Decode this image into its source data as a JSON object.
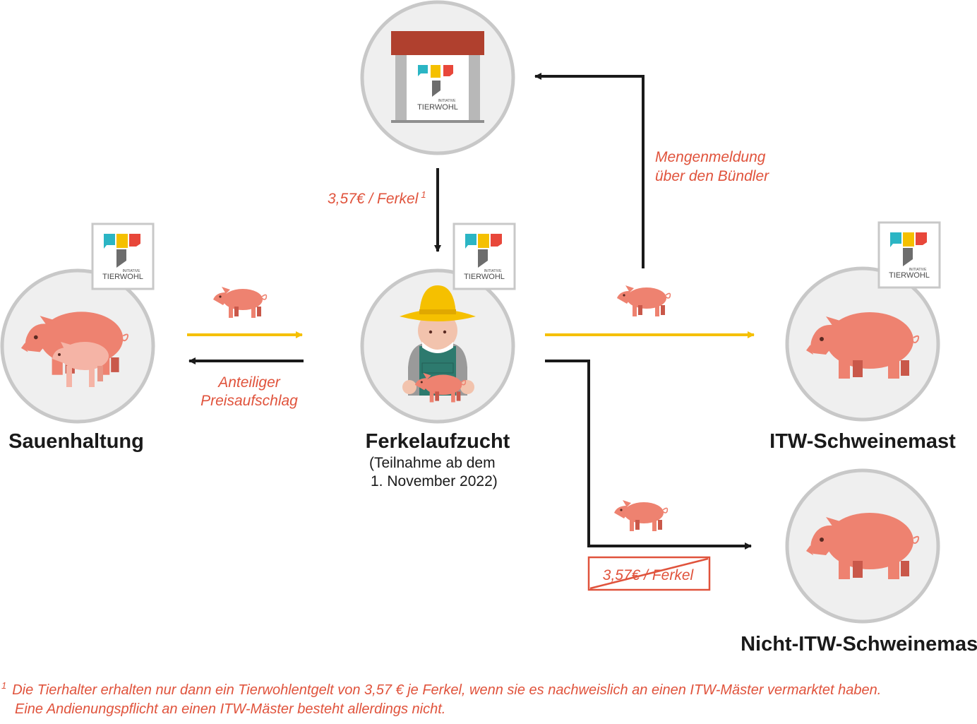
{
  "colors": {
    "pig": "#ee8270",
    "pig_dark": "#c9584a",
    "piglet_light": "#f5b4a6",
    "circle_stroke": "#c8c8c8",
    "circle_fill": "#efefef",
    "arrow_yellow": "#f5c000",
    "arrow_black": "#1a1a1a",
    "accent_red": "#e0533c",
    "roof_red": "#b0402e",
    "logo_teal": "#2bb5c4",
    "logo_yellow": "#f5c000",
    "logo_red": "#e8473a",
    "logo_grey": "#6d6d6d"
  },
  "logo": {
    "line1": "INITIATIVE",
    "line2": "TIERWOHL"
  },
  "nodes": {
    "sauenhaltung": {
      "title": "Sauenhaltung"
    },
    "ferkelaufzucht": {
      "title": "Ferkelaufzucht",
      "note_line1": "(Teilnahme ab dem",
      "note_line2": "1. November 2022)"
    },
    "itw_mast": {
      "title": "ITW-Schweinemast"
    },
    "nicht_itw_mast": {
      "title": "Nicht-ITW-Schweinemast"
    }
  },
  "labels": {
    "preisaufschlag_line1": "Anteiliger",
    "preisaufschlag_line2": "Preisaufschlag",
    "payment": "3,57€ / Ferkel",
    "payment_footnote_mark": "1",
    "mengenmeldung_line1": "Mengenmeldung",
    "mengenmeldung_line2": "über den Bündler",
    "no_payment": "3,57€ / Ferkel"
  },
  "footnote": {
    "mark": "1",
    "line1": "Die Tierhalter erhalten nur dann ein Tierwohlentgelt von 3,57 € je Ferkel, wenn sie es nachweislich an einen ITW-Mäster vermarktet haben.",
    "line2": "Eine Andienungspflicht an einen ITW-Mäster besteht allerdings nicht."
  }
}
